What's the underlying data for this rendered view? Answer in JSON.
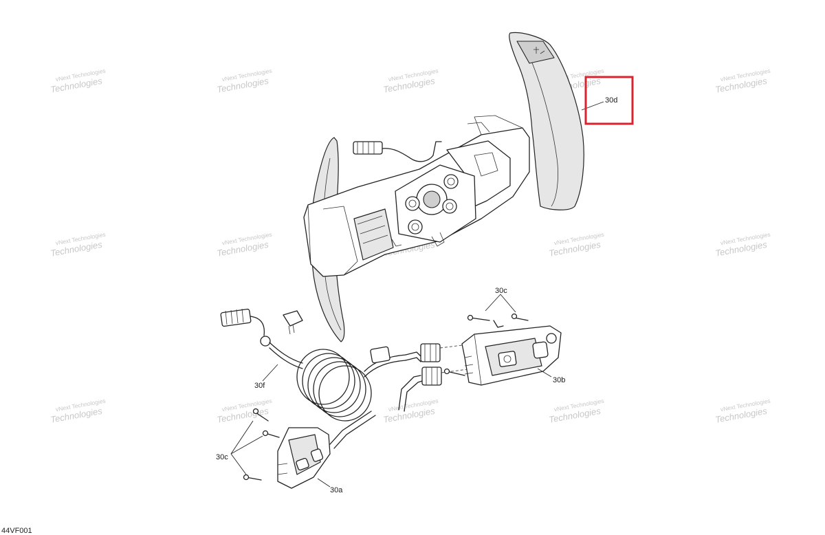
{
  "figure_code": "44VF001",
  "watermark": {
    "line1": "vNext Technologies",
    "line2": "Technologies"
  },
  "callouts": {
    "c30d": "30d",
    "c30c_top": "30c",
    "c30b": "30b",
    "c30f": "30f",
    "c30c_bottom": "30c",
    "c30a": "30a"
  },
  "highlight": {
    "target": "30d",
    "color": "#d9232e"
  }
}
